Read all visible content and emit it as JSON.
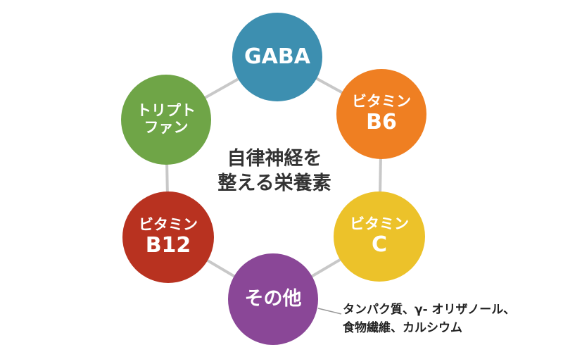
{
  "center": {
    "line1": "自律神経を",
    "line2": "整える栄養素"
  },
  "nodes": {
    "gaba": {
      "line1": "GABA",
      "color": "#3d8fb0"
    },
    "b6": {
      "line1": "ビタミン",
      "line2": "B6",
      "color": "#ef7f22"
    },
    "c": {
      "line1": "ビタミン",
      "line2": "C",
      "color": "#ecc22a"
    },
    "other": {
      "line1": "その他",
      "color": "#8a4797"
    },
    "b12": {
      "line1": "ビタミン",
      "line2": "B12",
      "color": "#b83220"
    },
    "tryptophan": {
      "line1": "トリプト",
      "line2": "ファン",
      "color": "#6fa547"
    }
  },
  "note": {
    "line1": "タンパク質、γ- オリザノール、",
    "line2": "食物繊維、カルシウム"
  },
  "colors": {
    "edge": "#c8c8c8",
    "text": "#333333"
  }
}
